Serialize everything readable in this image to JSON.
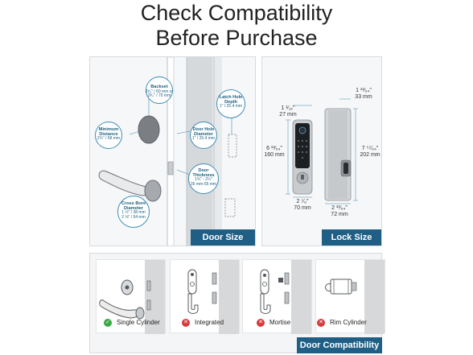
{
  "header": {
    "line1": "Check Compatibility",
    "line2": "Before Purchase"
  },
  "door_panel": {
    "tag": "Door Size",
    "backset": {
      "title": "Backset",
      "line1": "2³⁄₈\" / 60 mm or",
      "line2": "2³⁄₄\" / 70 mm"
    },
    "minimum_distance": {
      "title1": "Minimum",
      "title2": "Distance",
      "value": "2¾\" / 68 mm"
    },
    "latch_hole": {
      "title1": "Latch Hole",
      "title2": "Depth",
      "value": "1\" / 25.4 mm"
    },
    "door_hole": {
      "title1": "Door Hole",
      "title2": "Diameter",
      "value": "1\" / 25.4 mm"
    },
    "door_thickness": {
      "title1": "Door",
      "title2": "Thickness",
      "line1": "1¾\" - 2¼\"",
      "line2": "35 mm-55 mm"
    },
    "cross_bore": {
      "title1": "Cross Bore",
      "title2": "Diameter",
      "line1": "1 ½\" / 38 mm",
      "line2": "2 ⅛\" / 54 mm"
    }
  },
  "lock_panel": {
    "tag": "Lock  Size",
    "front_height": {
      "value": "6 ¹³⁄₆₄\"",
      "metric": "160 mm"
    },
    "front_depth": {
      "value": "1 ¹⁄₁₆\"",
      "metric": "27 mm"
    },
    "front_width": {
      "value": "2 ⁷⁄₈\"",
      "metric": "70 mm"
    },
    "back_depth": {
      "value": "1 ¹³⁄₆₄\"",
      "metric": "33 mm"
    },
    "back_height": {
      "value": "7 ⁵⁷⁄₆₄\"",
      "metric": "202 mm"
    },
    "back_width": {
      "value": "2 ³³⁄₆₄\"",
      "metric": "72 mm"
    }
  },
  "compat_panel": {
    "tag": "Door Compatibility",
    "types": [
      {
        "label": "Single Cylinder",
        "status": "check-icon",
        "color": "#3aa845"
      },
      {
        "label": "Integrated",
        "status": "cross-icon",
        "color": "#d43b3b"
      },
      {
        "label": "Mortise",
        "status": "cross-icon",
        "color": "#d43b3b"
      },
      {
        "label": "Rim Cylinder",
        "status": "cross-icon",
        "color": "#d43b3b"
      }
    ]
  },
  "colors": {
    "tag_bg": "#1f5f86",
    "callout": "#3e8db5",
    "check": "#3aa845",
    "cross": "#d43b3b"
  }
}
